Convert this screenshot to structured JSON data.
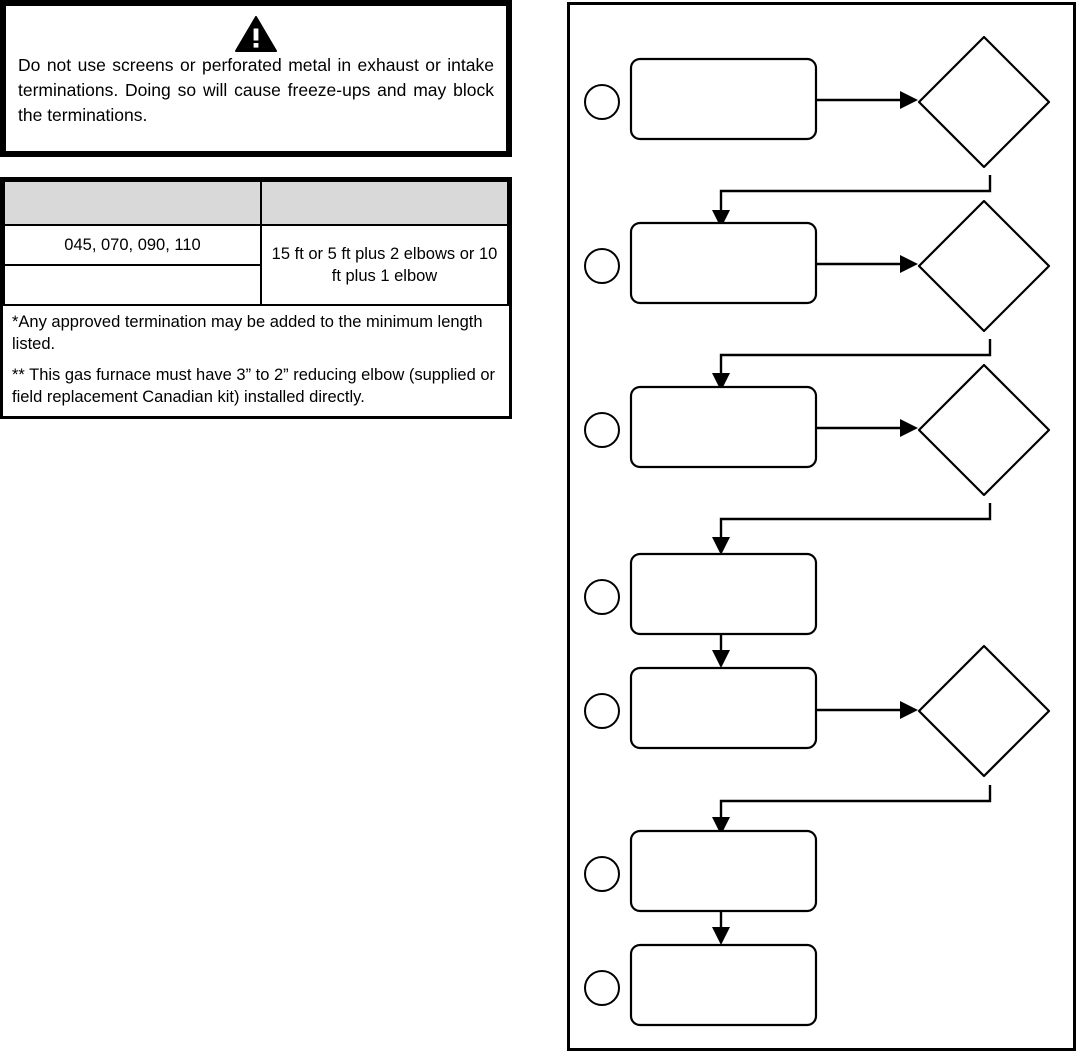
{
  "warning": {
    "icon": "warning-triangle-icon",
    "text": "Do not use screens or perforated metal in exhaust or intake terminations. Doing so will cause freeze-ups and may block the terminations."
  },
  "spec_table": {
    "columns": [
      {
        "header": ""
      },
      {
        "header": ""
      }
    ],
    "rows": [
      {
        "models": "045, 070, 090, 110",
        "length": "15 ft or 5 ft plus 2 elbows or 10 ft plus 1 elbow"
      },
      {
        "models": "",
        "length": ""
      }
    ],
    "footnotes": [
      "*Any approved termination may be added to the minimum length listed.",
      "** This gas furnace must have 3” to 2” reducing elbow (supplied or field replacement Canadian kit) installed directly."
    ]
  },
  "flowchart": {
    "steps": [
      {
        "bullet": "",
        "box": "",
        "decision": "",
        "has_decision": true
      },
      {
        "bullet": "",
        "box": "",
        "decision": "",
        "has_decision": true
      },
      {
        "bullet": "",
        "box": "",
        "decision": "",
        "has_decision": true
      },
      {
        "bullet": "",
        "box": "",
        "decision": "",
        "has_decision": false
      },
      {
        "bullet": "",
        "box": "",
        "decision": "",
        "has_decision": true
      },
      {
        "bullet": "",
        "box": "",
        "decision": "",
        "has_decision": false
      },
      {
        "bullet": "",
        "box": "",
        "decision": "",
        "has_decision": false
      }
    ]
  },
  "colors": {
    "ink": "#000000",
    "paper": "#ffffff",
    "table_header_fill": "#d9d9d9"
  }
}
